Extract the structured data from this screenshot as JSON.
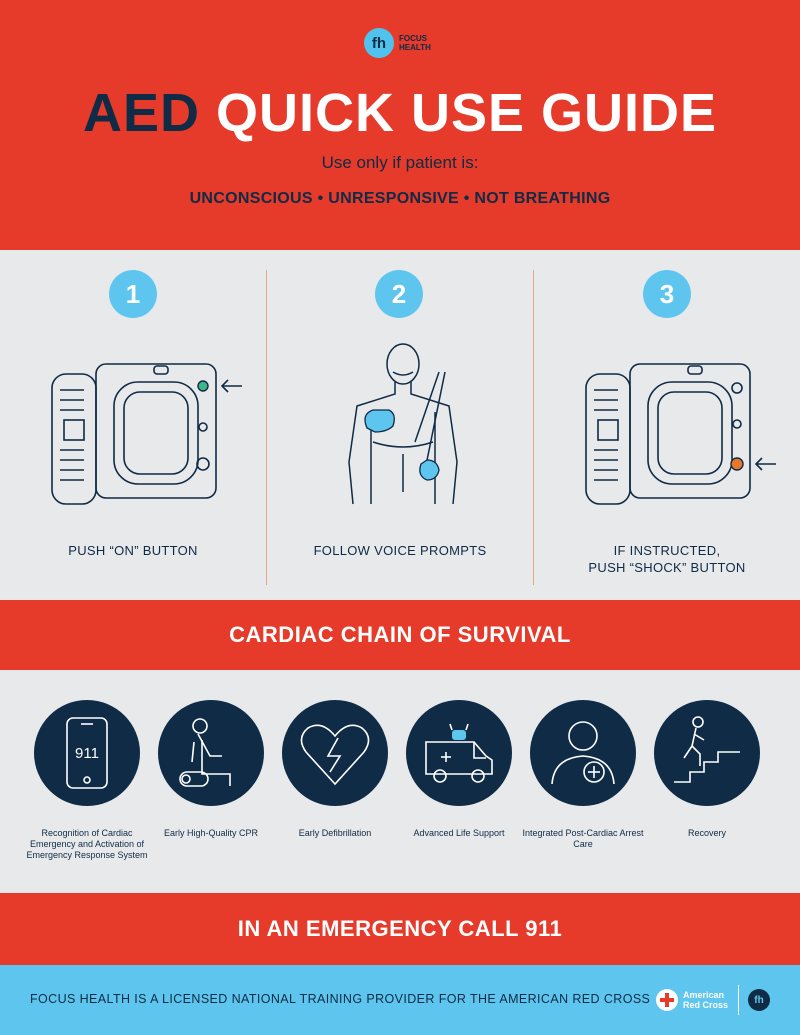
{
  "logo": {
    "mark": "fh",
    "line1": "FOCUS",
    "line2": "HEALTH"
  },
  "title": {
    "part1": "AED",
    "part2": "QUICK USE GUIDE"
  },
  "subtitle": "Use only if patient is:",
  "criteria": "UNCONSCIOUS • UNRESPONSIVE • NOT BREATHING",
  "steps": [
    {
      "number": "1",
      "line1": "PUSH “ON” BUTTON",
      "line2": "",
      "icon": "aed-on-button-icon"
    },
    {
      "number": "2",
      "line1": "FOLLOW VOICE PROMPTS",
      "line2": "",
      "icon": "pad-placement-icon"
    },
    {
      "number": "3",
      "line1": "IF INSTRUCTED,",
      "line2": "PUSH “SHOCK” BUTTON",
      "icon": "aed-shock-button-icon"
    }
  ],
  "chain": {
    "title": "CARDIAC CHAIN OF SURVIVAL",
    "items": [
      {
        "label": "Recognition of Cardiac Emergency and Activation of Emergency Response System",
        "icon": "phone-911-icon",
        "phone_text": "911"
      },
      {
        "label": "Early High-Quality CPR",
        "icon": "cpr-icon"
      },
      {
        "label": "Early Defibrillation",
        "icon": "heart-defibrillation-icon"
      },
      {
        "label": "Advanced Life Support",
        "icon": "ambulance-icon"
      },
      {
        "label": "Integrated Post-Cardiac Arrest Care",
        "icon": "patient-care-icon"
      },
      {
        "label": "Recovery",
        "icon": "stairs-climb-icon"
      }
    ]
  },
  "emergency": "IN AN EMERGENCY CALL 911",
  "footer": {
    "text": "FOCUS HEALTH IS A LICENSED NATIONAL TRAINING PROVIDER FOR THE AMERICAN RED CROSS",
    "arc_line1": "American",
    "arc_line2": "Red Cross",
    "fh_mark": "fh"
  },
  "colors": {
    "red": "#e63a2a",
    "navy": "#0f2b45",
    "sky": "#5ec6ee",
    "panel": "#e8e9eb",
    "green_button": "#3fb58a",
    "orange_button": "#e8772e"
  }
}
